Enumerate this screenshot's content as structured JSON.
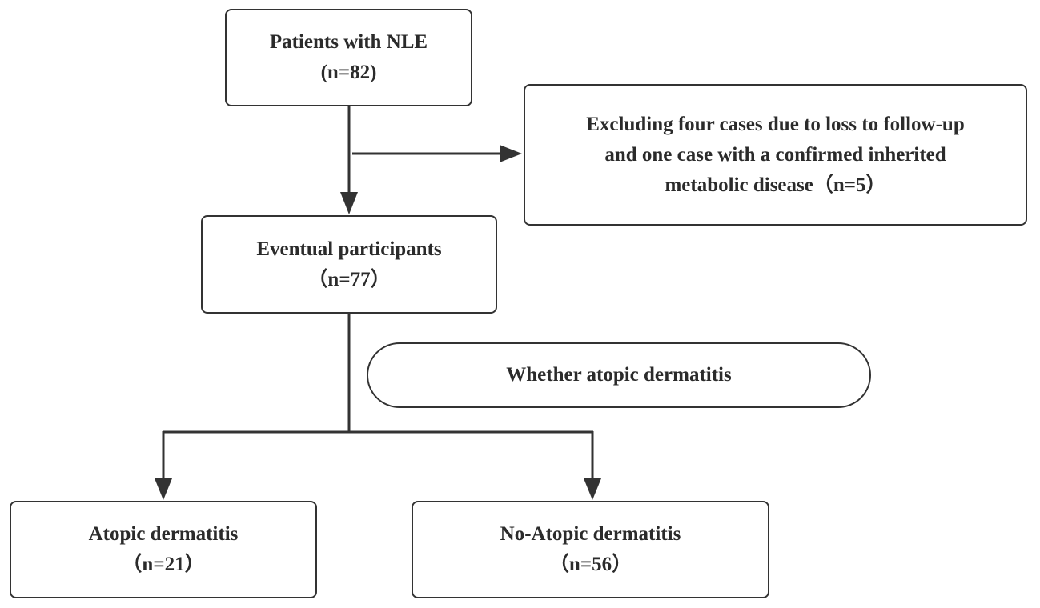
{
  "diagram": {
    "nodes": {
      "patients": {
        "line1": "Patients with NLE",
        "line2": "(n=82)"
      },
      "exclusion": {
        "line1": "Excluding four cases due to loss to follow-up",
        "line2": "and one case with a confirmed inherited",
        "line3": "metabolic disease（n=5）"
      },
      "eventual": {
        "line1": "Eventual participants",
        "line2": "（n=77）"
      },
      "question": {
        "line1": "Whether atopic dermatitis"
      },
      "atopic": {
        "line1": "Atopic dermatitis",
        "line2": "（n=21）"
      },
      "no_atopic": {
        "line1": "No-Atopic dermatitis",
        "line2": "（n=56）"
      }
    },
    "colors": {
      "stroke": "#333333",
      "text": "#2b2b2b",
      "background": "#ffffff"
    }
  }
}
